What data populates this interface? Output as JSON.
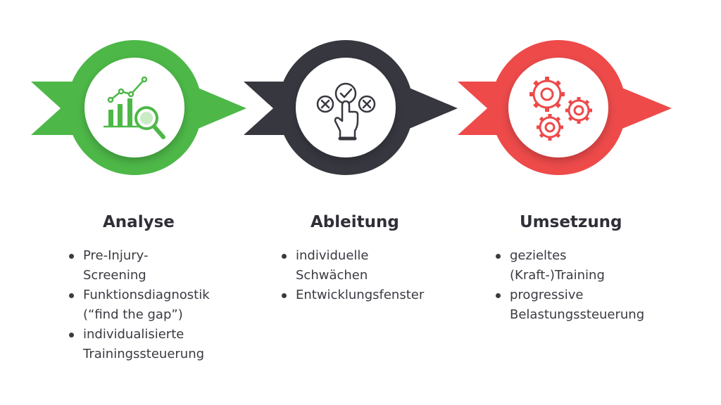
{
  "steps": [
    {
      "title": "Analyse",
      "color": "#4db848",
      "icon": "chart-magnifier-icon",
      "bullets": [
        [
          "Pre-Injury-",
          "Screening"
        ],
        [
          "Funktionsdiagnostik",
          "(“find the gap”)"
        ],
        [
          "individualisierte",
          "Trainingssteuerung"
        ]
      ]
    },
    {
      "title": "Ableitung",
      "color": "#373740",
      "icon": "hand-choice-check-icon",
      "bullets": [
        [
          "individuelle",
          "Schwächen"
        ],
        [
          "Entwicklungsfenster"
        ]
      ]
    },
    {
      "title": "Umsetzung",
      "color": "#ee4a4a",
      "icon": "gears-icon",
      "bullets": [
        [
          "gezieltes",
          "(Kraft-)Training"
        ],
        [
          "progressive",
          "Belastungssteuerung"
        ]
      ]
    }
  ]
}
